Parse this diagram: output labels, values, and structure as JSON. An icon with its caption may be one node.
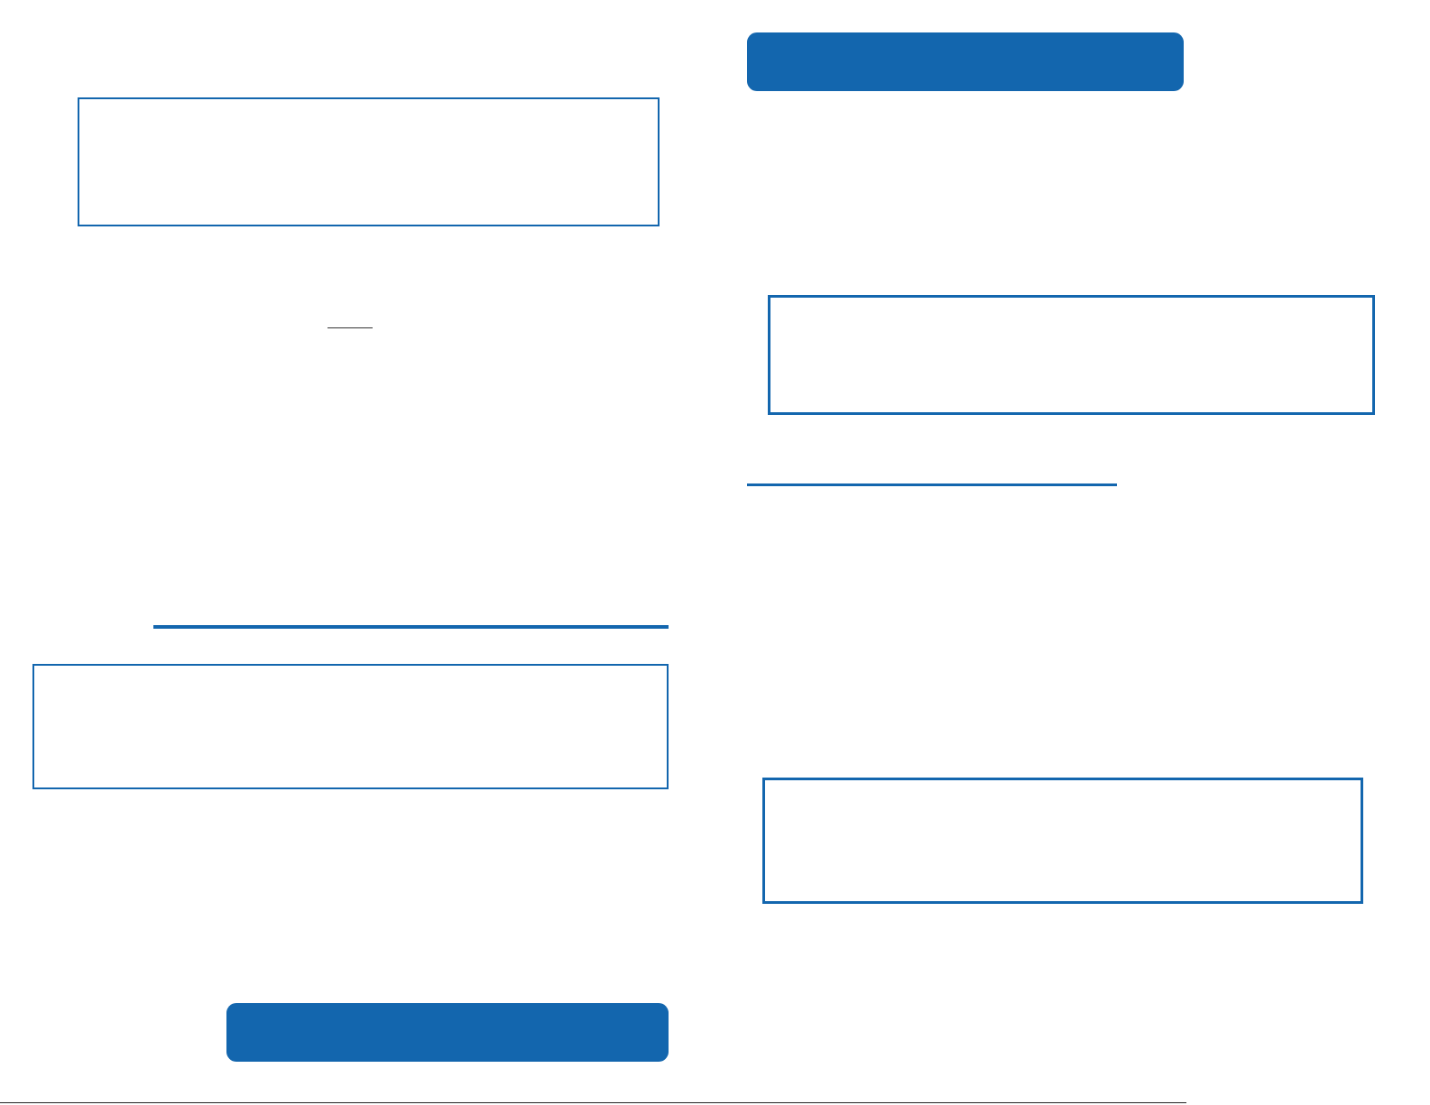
{
  "diagram": {
    "nodes": [
      {
        "text": [],
        "shape": "box"
      },
      {
        "text": [],
        "shape": "box"
      },
      {
        "text": [],
        "shape": "bar"
      },
      {
        "text": [],
        "shape": "bar"
      },
      {
        "text": [],
        "shape": "box"
      },
      {
        "text": [],
        "shape": "box"
      }
    ]
  }
}
